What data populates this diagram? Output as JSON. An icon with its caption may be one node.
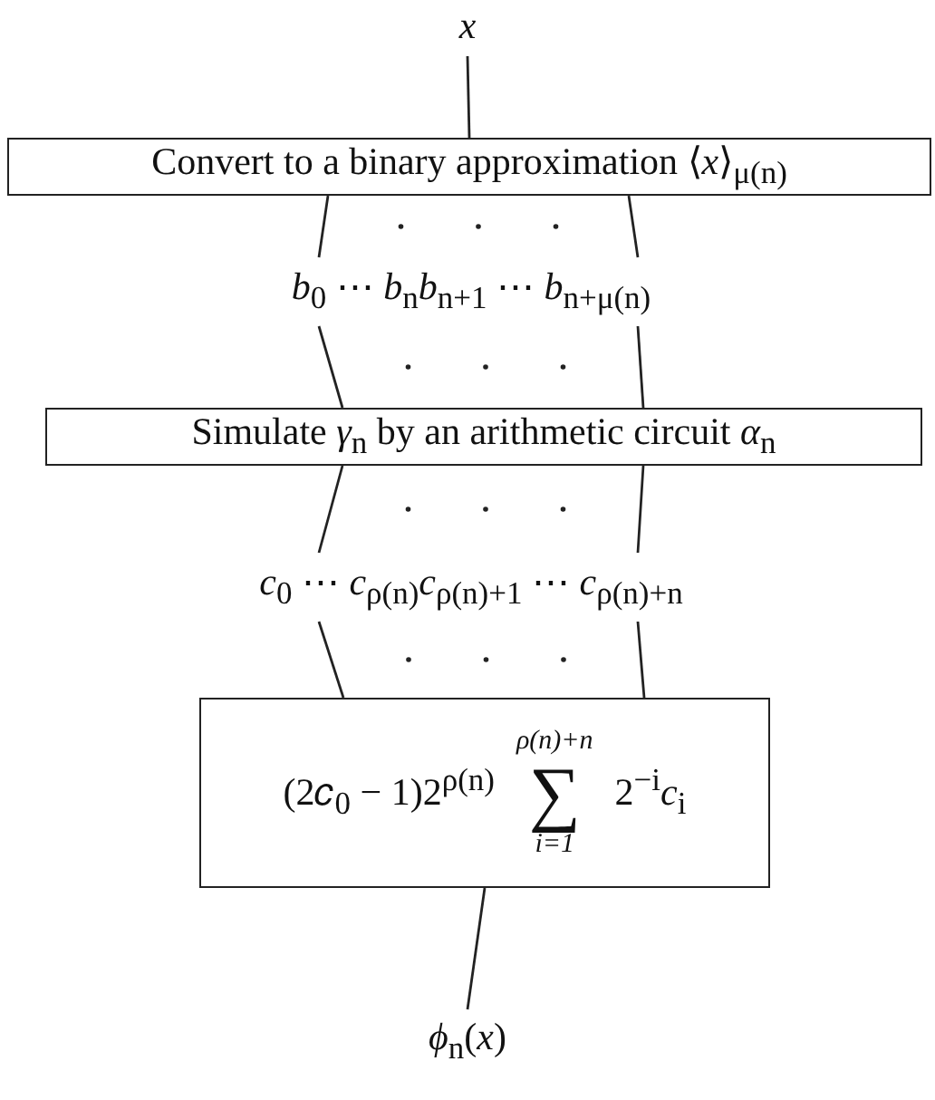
{
  "diagram": {
    "nodes": [
      {
        "text": [
          "*x*"
        ]
      },
      {
        "text": [
          "Convert to a binary approximation ⟨*x*⟩$_{μ(n)}$"
        ]
      },
      {
        "text": [
          "*b*$_{0}$ ⋯ *b*$_{n}$*b*$_{n+1}$ ⋯ *b*$_{n+μ(n)}$"
        ]
      },
      {
        "text": [
          "Simulate *γ*$_{n}$ by an arithmetic circuit *α*$_{n}$"
        ]
      },
      {
        "text": [
          "*c*$_{0}$ ⋯ *c*$_{ρ(n)}$*c*$_{ρ(n)+1}$ ⋯ *c*$_{ρ(n)+n}$"
        ]
      },
      {
        "text": [
          "(2𝑐$_{0}$ − 1)2$^{ρ(n)}$",
          "ρ(n)+n",
          "∑",
          "i=1",
          "2$^{−i}$*c*$_{i}$"
        ]
      },
      {
        "text": [
          "*ϕ*$_{n}$(*x*)"
        ]
      }
    ],
    "edges": [
      {
        "from": 0,
        "to": 1,
        "arrow": "none"
      },
      {
        "from": 1,
        "to": 2,
        "arrow": "none"
      },
      {
        "from": 1,
        "to": 2,
        "arrow": "none"
      },
      {
        "from": 2,
        "to": 3,
        "arrow": "none"
      },
      {
        "from": 2,
        "to": 3,
        "arrow": "none"
      },
      {
        "from": 3,
        "to": 4,
        "arrow": "none"
      },
      {
        "from": 3,
        "to": 4,
        "arrow": "none"
      },
      {
        "from": 4,
        "to": 5,
        "arrow": "none"
      },
      {
        "from": 4,
        "to": 5,
        "arrow": "none"
      },
      {
        "from": 5,
        "to": 6,
        "arrow": "none"
      }
    ]
  }
}
